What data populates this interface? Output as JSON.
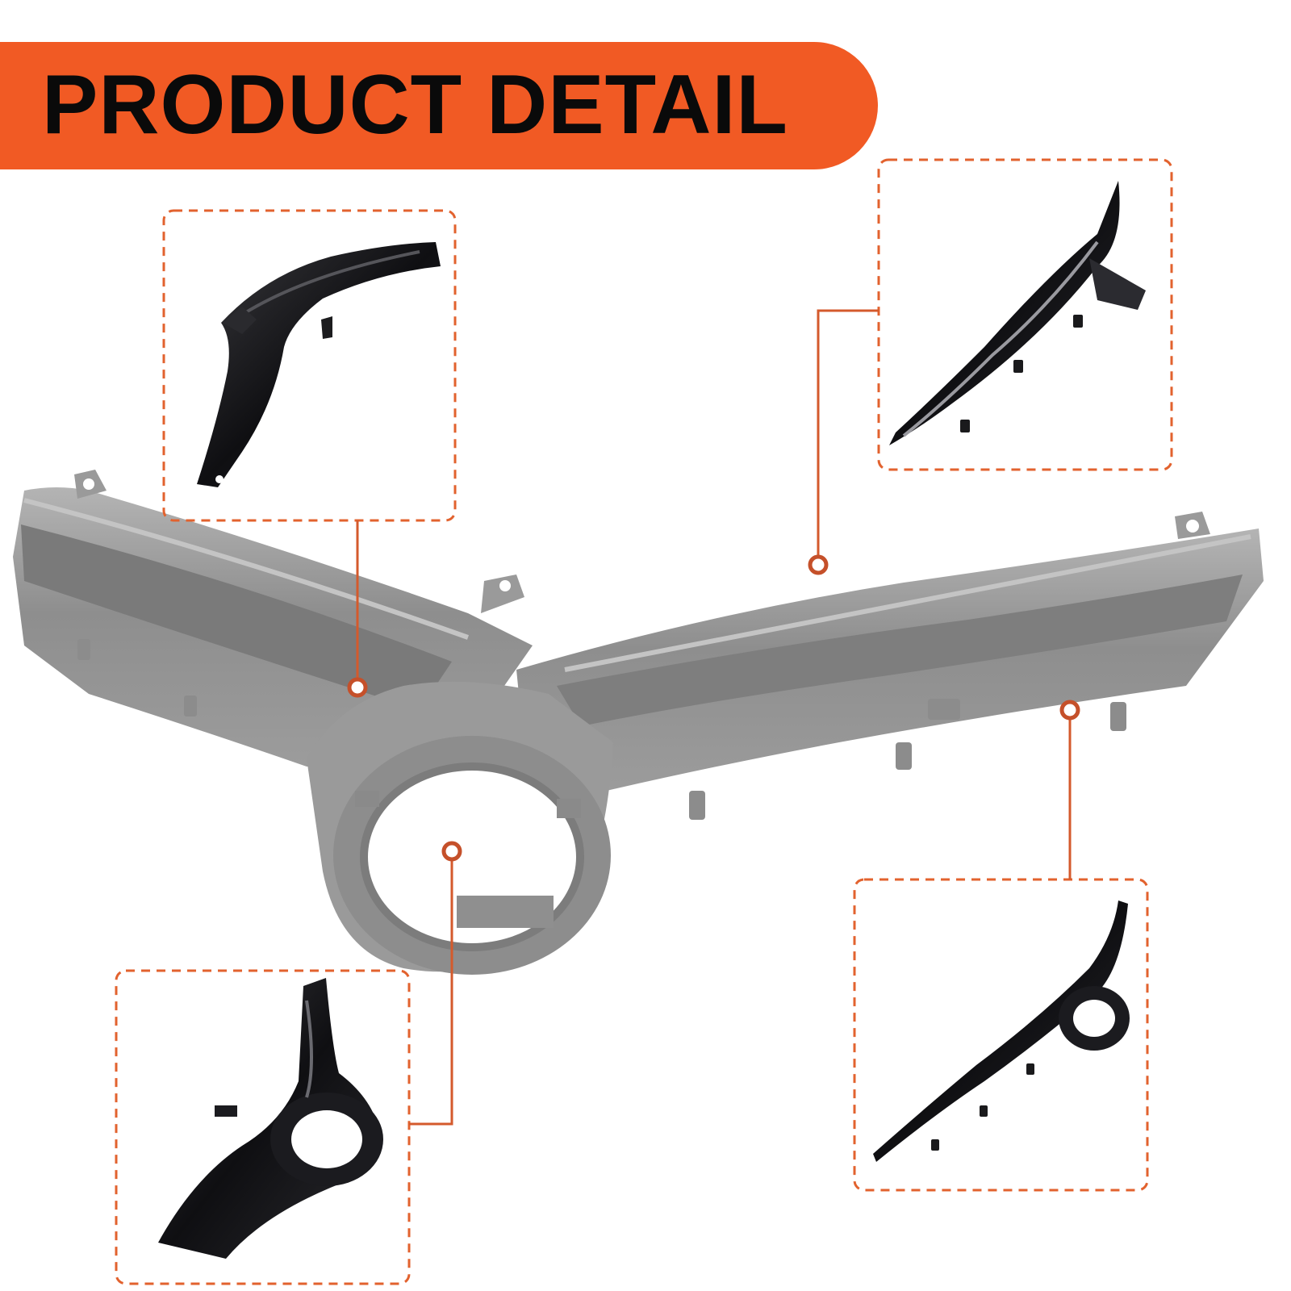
{
  "banner": {
    "title": "PRODUCT DETAIL",
    "color": "#f15a24",
    "text_color": "#0a0a0a"
  },
  "product": {
    "main_image": "front-grille-trim-gray",
    "main_color": "#8f8f8f",
    "detail_color": "#1a1a1c",
    "callout_color": "#e2622e"
  },
  "callouts": [
    {
      "id": "top-left",
      "image": "grille-end-piece-closeup"
    },
    {
      "id": "top-right",
      "image": "grille-top-view-closeup"
    },
    {
      "id": "bottom-left",
      "image": "emblem-ring-closeup"
    },
    {
      "id": "bottom-right",
      "image": "grille-full-black-view"
    }
  ]
}
